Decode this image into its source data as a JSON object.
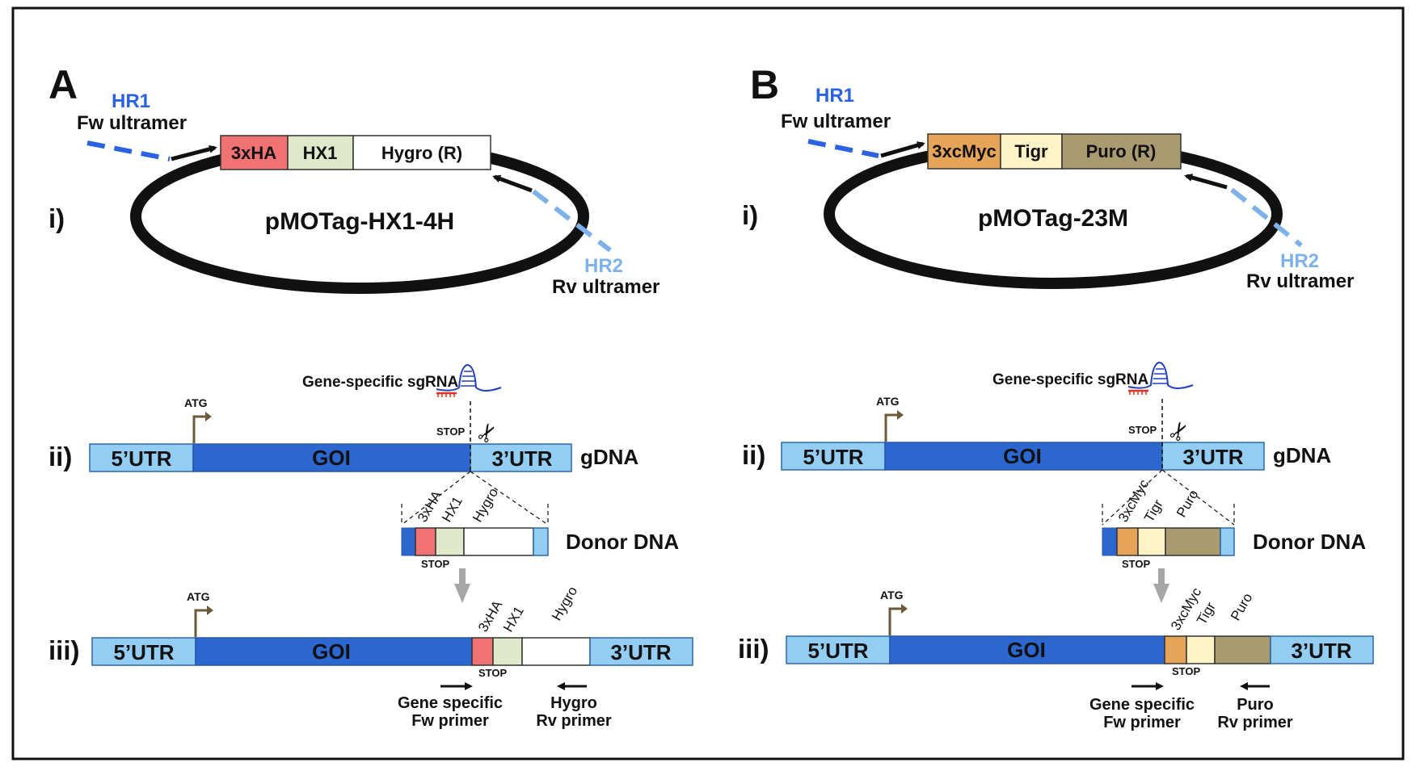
{
  "colors": {
    "hr1": "#2b62e3",
    "hr2": "#7cb1ea",
    "utr": "#93cdf3",
    "goi": "#2b67cf",
    "ha": "#f07272",
    "hx1": "#dfe8c8",
    "hygro": "#ffffff",
    "cmyc": "#e5a457",
    "tigr": "#fff3c5",
    "puro": "#a99b6f",
    "arrow_gray": "#a6a6a6",
    "atg_flag": "#6b5a3a",
    "sgrna_blue": "#1f3fc0",
    "sgrna_red": "#e0321c"
  },
  "panel_a": {
    "letter": "A",
    "hr1": "HR1",
    "fw_ultramer": "Fw ultramer",
    "hr2": "HR2",
    "rv_ultramer": "Rv ultramer",
    "roman_i": "i)",
    "plasmid_name": "pMOTag-HX1-4H",
    "cassette": [
      "3xHA",
      "HX1",
      "Hygro (R)"
    ],
    "sgrna": "Gene-specific sgRNA",
    "atg": "ATG",
    "stop": "STOP",
    "roman_ii": "ii)",
    "utr5": "5’UTR",
    "goi": "GOI",
    "utr3": "3’UTR",
    "gdna": "gDNA",
    "donor_tilted": [
      "3xHA",
      "HX1",
      "Hygro"
    ],
    "donor_stop": "STOP",
    "donor_label": "Donor DNA",
    "roman_iii": "iii)",
    "atg2": "ATG",
    "utr5_b": "5’UTR",
    "goi_b": "GOI",
    "utr3_b": "3’UTR",
    "result_tilted": [
      "3xHA",
      "HX1",
      "Hygro"
    ],
    "result_stop": "STOP",
    "fw_primer": [
      "Gene specific",
      "Fw primer"
    ],
    "rv_primer": [
      "Hygro",
      "Rv primer"
    ]
  },
  "panel_b": {
    "letter": "B",
    "hr1": "HR1",
    "fw_ultramer": "Fw ultramer",
    "hr2": "HR2",
    "rv_ultramer": "Rv ultramer",
    "roman_i": "i)",
    "plasmid_name": "pMOTag-23M",
    "cassette": [
      "3xcMyc",
      "Tigr",
      "Puro (R)"
    ],
    "sgrna": "Gene-specific sgRNA",
    "atg": "ATG",
    "stop": "STOP",
    "roman_ii": "ii)",
    "utr5": "5’UTR",
    "goi": "GOI",
    "utr3": "3’UTR",
    "gdna": "gDNA",
    "donor_tilted": [
      "3xcMyc",
      "Tigr",
      "Puro"
    ],
    "donor_stop": "STOP",
    "donor_label": "Donor DNA",
    "roman_iii": "iii)",
    "atg2": "ATG",
    "utr5_b": "5’UTR",
    "goi_b": "GOI",
    "utr3_b": "3’UTR",
    "result_tilted": [
      "3xcMyc",
      "Tigr",
      "Puro"
    ],
    "result_stop": "STOP",
    "fw_primer": [
      "Gene specific",
      "Fw primer"
    ],
    "rv_primer": [
      "Puro",
      "Rv primer"
    ]
  }
}
